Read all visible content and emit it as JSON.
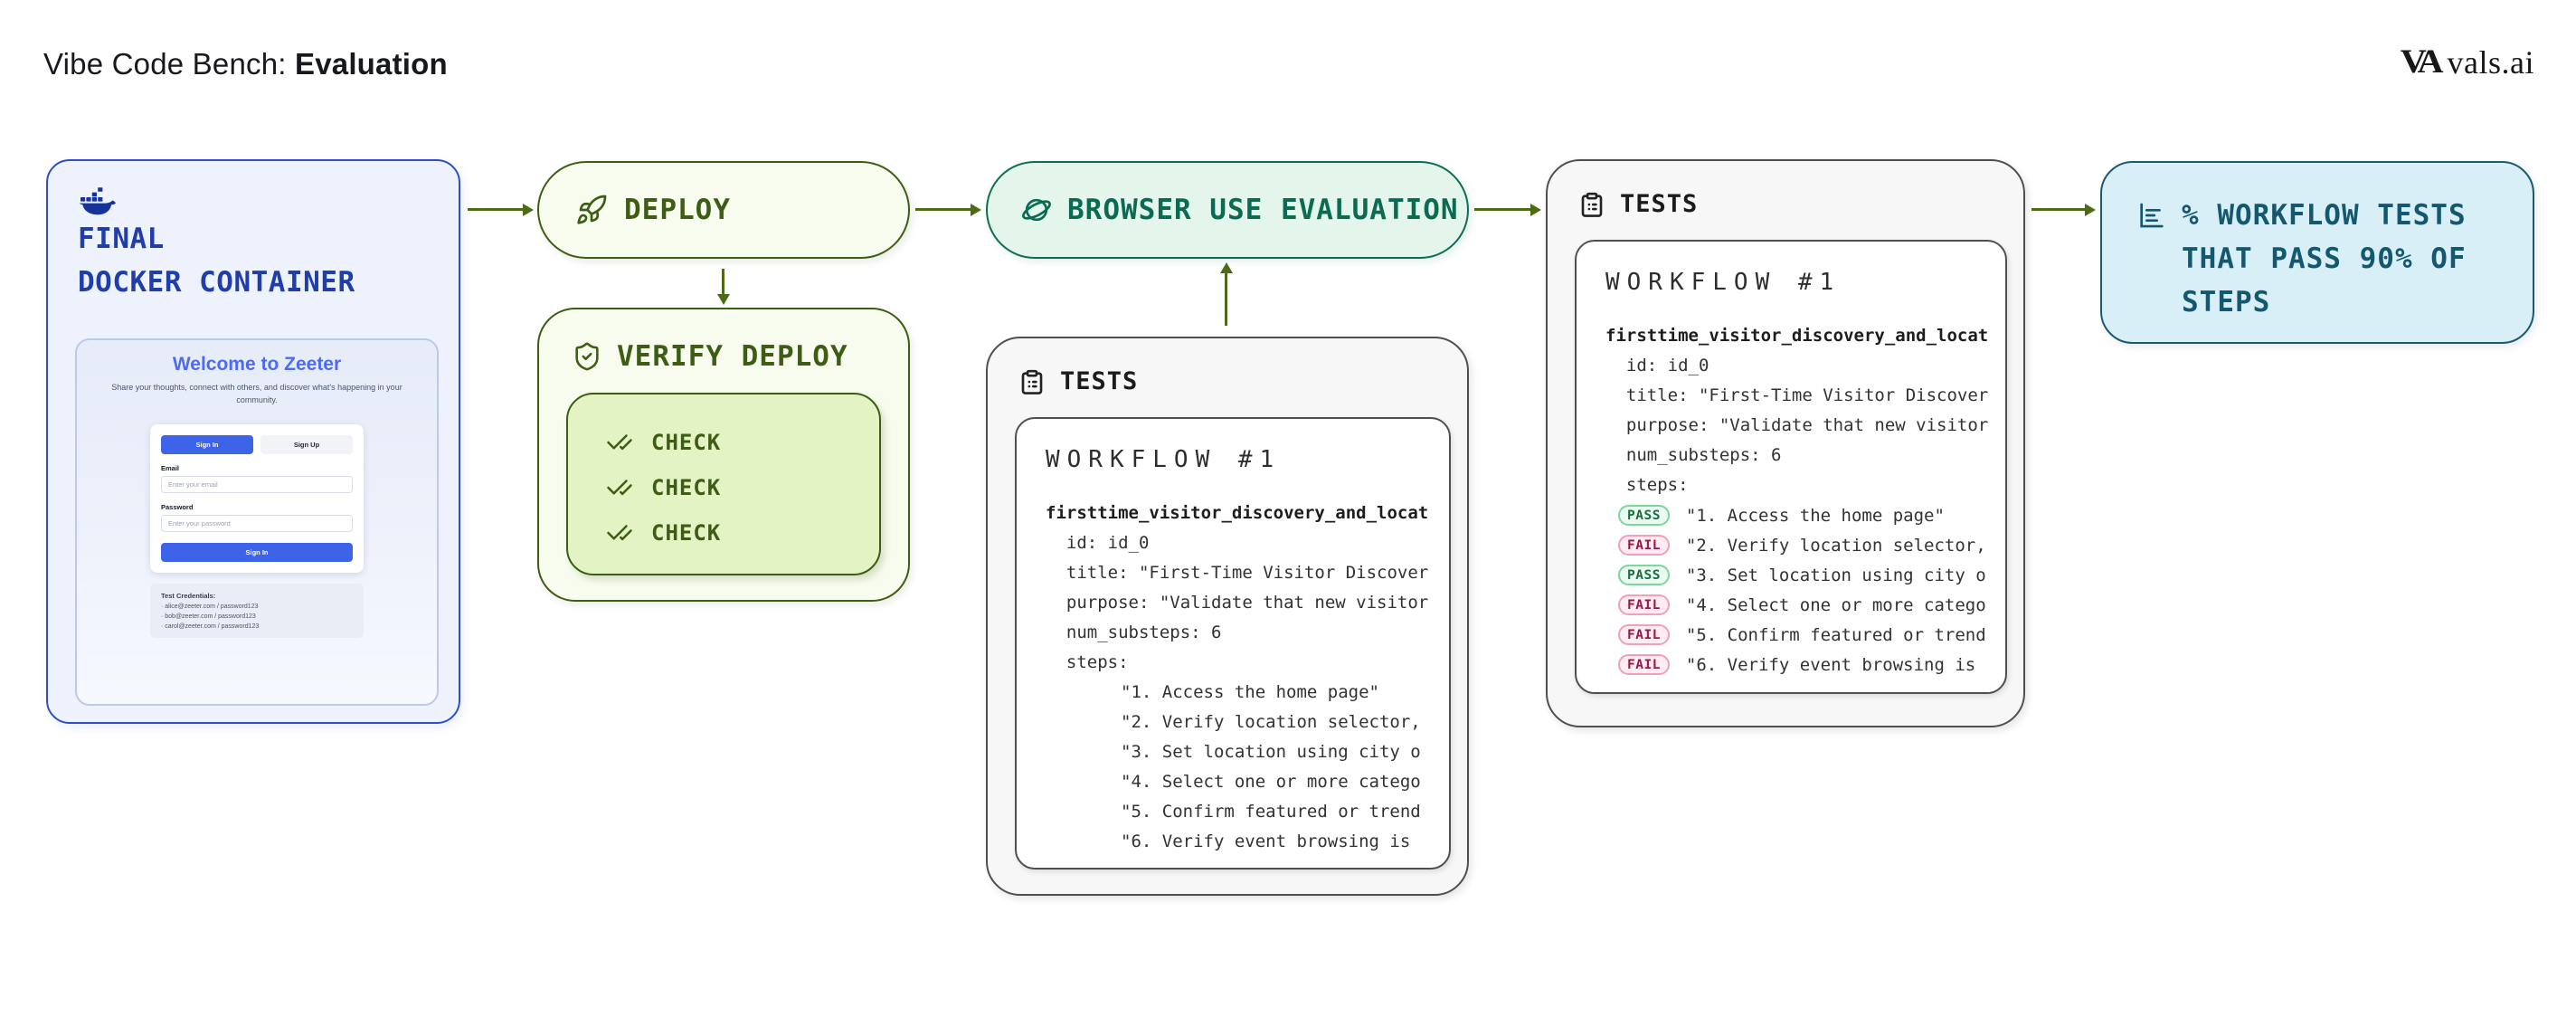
{
  "page": {
    "title_prefix": "Vibe Code Bench: ",
    "title_emphasis": "Evaluation"
  },
  "logo": {
    "monogram": "VA",
    "wordmark": "vals.ai"
  },
  "docker_box": {
    "title_line1": "FINAL",
    "title_line2": "DOCKER CONTAINER",
    "zeeter": {
      "title": "Welcome to Zeeter",
      "subtitle": "Share your thoughts, connect with others, and discover what's happening in your community.",
      "tab_sign_in": "Sign In",
      "tab_sign_up": "Sign Up",
      "email_label": "Email",
      "email_placeholder": "Enter your email",
      "password_label": "Password",
      "password_placeholder": "Enter your password",
      "submit_label": "Sign In",
      "credentials_title": "Test Credentials:",
      "credentials": [
        "· alice@zeeter.com / password123",
        "· bob@zeeter.com / password123",
        "· carol@zeeter.com / password123"
      ]
    }
  },
  "deploy": {
    "label": "DEPLOY"
  },
  "verify": {
    "label": "VERIFY DEPLOY",
    "checks": [
      "CHECK",
      "CHECK",
      "CHECK"
    ]
  },
  "browser_eval": {
    "label": "BROWSER USE EVALUATION"
  },
  "tests_input": {
    "label": "TESTS",
    "workflow_title": "WORKFLOW #1",
    "workflow_name": "firsttime_visitor_discovery_and_locat",
    "lines": [
      "  id: id_0",
      "  title: \"First-Time Visitor Discover",
      "  purpose: \"Validate that new visitor",
      "  num_substeps: 6",
      "  steps:"
    ],
    "steps": [
      "\"1. Access the home page\"",
      "\"2. Verify location selector,",
      "\"3. Set location using city o",
      "\"4. Select one or more catego",
      "\"5. Confirm featured or trend",
      "\"6. Verify event browsing is"
    ]
  },
  "tests_results": {
    "label": "TESTS",
    "workflow_title": "WORKFLOW #1",
    "workflow_name": "firsttime_visitor_discovery_and_locat",
    "lines": [
      "  id: id_0",
      "  title: \"First-Time Visitor Discover",
      "  purpose: \"Validate that new visitor",
      "  num_substeps: 6",
      "  steps:"
    ],
    "steps": [
      {
        "status": "PASS",
        "text": "\"1. Access the home page\""
      },
      {
        "status": "FAIL",
        "text": "\"2. Verify location selector,"
      },
      {
        "status": "PASS",
        "text": "\"3. Set location using city o"
      },
      {
        "status": "FAIL",
        "text": "\"4. Select one or more catego"
      },
      {
        "status": "FAIL",
        "text": "\"5. Confirm featured or trend"
      },
      {
        "status": "FAIL",
        "text": "\"6. Verify event browsing is"
      }
    ]
  },
  "result_box": {
    "label": "% WORKFLOW TESTS THAT PASS 90% OF STEPS"
  },
  "icons": {
    "docker": "docker-whale-icon",
    "deploy": "rocket-icon",
    "verify": "shield-check-icon",
    "check": "double-check-icon",
    "browser": "browser-use-orbit-icon",
    "tests": "clipboard-icon",
    "result": "bar-chart-icon"
  },
  "colors": {
    "docker_border": "#2c50c4",
    "docker_fill": "#eef2fc",
    "docker_text": "#1f3dab",
    "green_border": "#3e5d14",
    "green_fill": "#f8fcee",
    "green_inner_fill": "#e3f3c4",
    "teal_border": "#0d6e54",
    "teal_fill": "#e4f6ec",
    "gray_border": "#4f4f4f",
    "gray_fill": "#f7f7f8",
    "cyan_border": "#1c5a70",
    "cyan_fill": "#d9eff7",
    "cyan_text": "#14586f",
    "arrow": "#4c6b15",
    "pass_text": "#1a6d3f",
    "fail_text": "#93184b",
    "zeeter_blue": "#3d63e8",
    "zeeter_title": "#4d6bf0"
  }
}
